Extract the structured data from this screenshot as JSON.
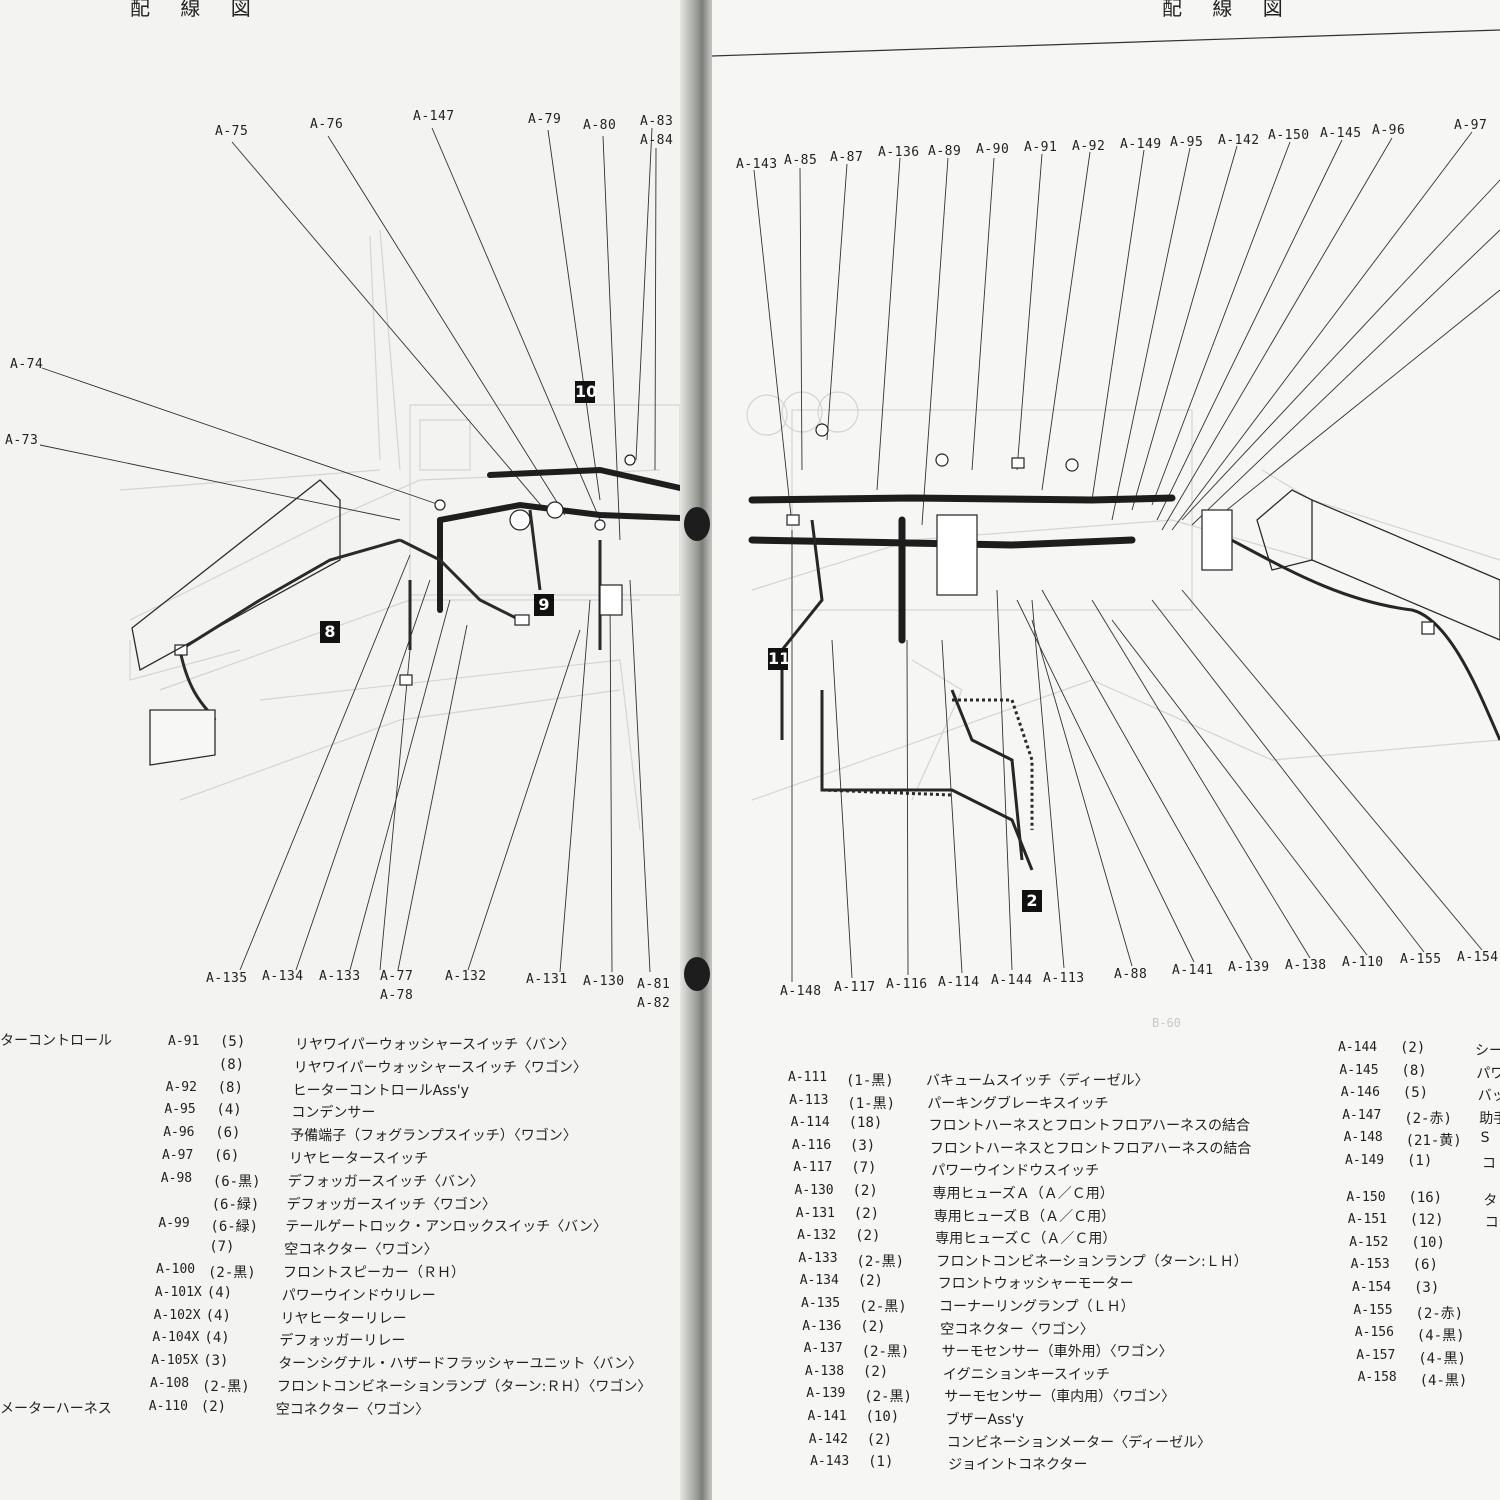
{
  "left_page": {
    "header": "配 線 図",
    "callouts_top": [
      "A-75",
      "A-76",
      "A-147",
      "A-79",
      "A-80",
      "A-83",
      "A-84"
    ],
    "callouts_side": [
      "A-74",
      "A-73"
    ],
    "callouts_bottom": [
      "A-135",
      "A-134",
      "A-133",
      "A-77",
      "A-78",
      "A-132",
      "A-131",
      "A-130",
      "A-81",
      "A-82"
    ],
    "markers": [
      "10",
      "9",
      "8"
    ],
    "legend_left_fragments": [
      "ターコントロール",
      "メーターハーネス"
    ],
    "legend": [
      {
        "code": "A-91",
        "pins": "(5)",
        "desc": "リヤワイパーウォッシャースイッチ〈バン〉"
      },
      {
        "code": "",
        "pins": "(8)",
        "desc": "リヤワイパーウォッシャースイッチ〈ワゴン〉"
      },
      {
        "code": "A-92",
        "pins": "(8)",
        "desc": "ヒーターコントロールAss'y"
      },
      {
        "code": "A-95",
        "pins": "(4)",
        "desc": "コンデンサー"
      },
      {
        "code": "A-96",
        "pins": "(6)",
        "desc": "予備端子（フォグランプスイッチ）〈ワゴン〉"
      },
      {
        "code": "A-97",
        "pins": "(6)",
        "desc": "リヤヒータースイッチ"
      },
      {
        "code": "A-98",
        "pins": "(6-黒)",
        "desc": "デフォッガースイッチ〈バン〉"
      },
      {
        "code": "",
        "pins": "(6-緑)",
        "desc": "デフォッガースイッチ〈ワゴン〉"
      },
      {
        "code": "A-99",
        "pins": "(6-緑)",
        "desc": "テールゲートロック・アンロックスイッチ〈バン〉"
      },
      {
        "code": "",
        "pins": "(7)",
        "desc": "空コネクター〈ワゴン〉"
      },
      {
        "code": "A-100",
        "pins": "(2-黒)",
        "desc": "フロントスピーカー（ＲＨ）"
      },
      {
        "code": "A-101X",
        "pins": "(4)",
        "desc": "パワーウインドウリレー"
      },
      {
        "code": "A-102X",
        "pins": "(4)",
        "desc": "リヤヒーターリレー"
      },
      {
        "code": "A-104X",
        "pins": "(4)",
        "desc": "デフォッガーリレー"
      },
      {
        "code": "A-105X",
        "pins": "(3)",
        "desc": "ターンシグナル・ハザードフラッシャーユニット〈バン〉"
      },
      {
        "code": "A-108",
        "pins": "(2-黒)",
        "desc": "フロントコンビネーションランプ（ターン:ＲＨ）〈ワゴン〉"
      },
      {
        "code": "A-110",
        "pins": "(2)",
        "desc": "空コネクター〈ワゴン〉"
      }
    ]
  },
  "right_page": {
    "header": "配 線 図",
    "callouts_top": [
      "A-143",
      "A-85",
      "A-87",
      "A-136",
      "A-89",
      "A-90",
      "A-91",
      "A-92",
      "A-149",
      "A-95",
      "A-142",
      "A-150",
      "A-145",
      "A-96",
      "A-97"
    ],
    "callouts_bottom": [
      "A-148",
      "A-117",
      "A-116",
      "A-114",
      "A-144",
      "A-113",
      "A-88",
      "A-141",
      "A-139",
      "A-138",
      "A-110",
      "A-155",
      "A-154"
    ],
    "markers": [
      "11",
      "2"
    ],
    "legend": [
      {
        "code": "A-111",
        "pins": "(1-黒)",
        "desc": "バキュームスイッチ〈ディーゼル〉"
      },
      {
        "code": "A-113",
        "pins": "(1-黒)",
        "desc": "パーキングブレーキスイッチ"
      },
      {
        "code": "A-114",
        "pins": "(18)",
        "desc": "フロントハーネスとフロントフロアハーネスの結合"
      },
      {
        "code": "A-116",
        "pins": "(3)",
        "desc": "フロントハーネスとフロントフロアハーネスの結合"
      },
      {
        "code": "A-117",
        "pins": "(7)",
        "desc": "パワーウインドウスイッチ"
      },
      {
        "code": "A-130",
        "pins": "(2)",
        "desc": "専用ヒューズＡ（Ａ／Ｃ用）"
      },
      {
        "code": "A-131",
        "pins": "(2)",
        "desc": "専用ヒューズＢ（Ａ／Ｃ用）"
      },
      {
        "code": "A-132",
        "pins": "(2)",
        "desc": "専用ヒューズＣ（Ａ／Ｃ用）"
      },
      {
        "code": "A-133",
        "pins": "(2-黒)",
        "desc": "フロントコンビネーションランプ（ターン:ＬＨ）"
      },
      {
        "code": "A-134",
        "pins": "(2)",
        "desc": "フロントウォッシャーモーター"
      },
      {
        "code": "A-135",
        "pins": "(2-黒)",
        "desc": "コーナーリングランプ（ＬＨ）"
      },
      {
        "code": "A-136",
        "pins": "(2)",
        "desc": "空コネクター〈ワゴン〉"
      },
      {
        "code": "A-137",
        "pins": "(2-黒)",
        "desc": "サーモセンサー（車外用）〈ワゴン〉"
      },
      {
        "code": "A-138",
        "pins": "(2)",
        "desc": "イグニションキースイッチ"
      },
      {
        "code": "A-139",
        "pins": "(2-黒)",
        "desc": "サーモセンサー（車内用）〈ワゴン〉"
      },
      {
        "code": "A-141",
        "pins": "(10)",
        "desc": "ブザーAss'y"
      },
      {
        "code": "A-142",
        "pins": "(2)",
        "desc": "コンビネーションメーター〈ディーゼル〉"
      },
      {
        "code": "A-143",
        "pins": "(1)",
        "desc": "ジョイントコネクター"
      }
    ],
    "legend_right": [
      {
        "code": "A-144",
        "pins": "(2)",
        "desc": "シー"
      },
      {
        "code": "A-145",
        "pins": "(8)",
        "desc": "パワ"
      },
      {
        "code": "A-146",
        "pins": "(5)",
        "desc": "バッ"
      },
      {
        "code": "A-147",
        "pins": "(2-赤)",
        "desc": "助手"
      },
      {
        "code": "A-148",
        "pins": "(21-黄)",
        "desc": "S"
      },
      {
        "code": "A-149",
        "pins": "(1)",
        "desc": "コ"
      },
      {
        "code": "A-150",
        "pins": "(16)",
        "desc": "タ"
      },
      {
        "code": "A-151",
        "pins": "(12)",
        "desc": "コ"
      },
      {
        "code": "A-152",
        "pins": "(10)",
        "desc": ""
      },
      {
        "code": "A-153",
        "pins": "(6)",
        "desc": ""
      },
      {
        "code": "A-154",
        "pins": "(3)",
        "desc": ""
      },
      {
        "code": "A-155",
        "pins": "(2-赤)",
        "desc": ""
      },
      {
        "code": "A-156",
        "pins": "(4-黒)",
        "desc": ""
      },
      {
        "code": "A-157",
        "pins": "(4-黒)",
        "desc": ""
      },
      {
        "code": "A-158",
        "pins": "(4-黒)",
        "desc": ""
      }
    ]
  }
}
